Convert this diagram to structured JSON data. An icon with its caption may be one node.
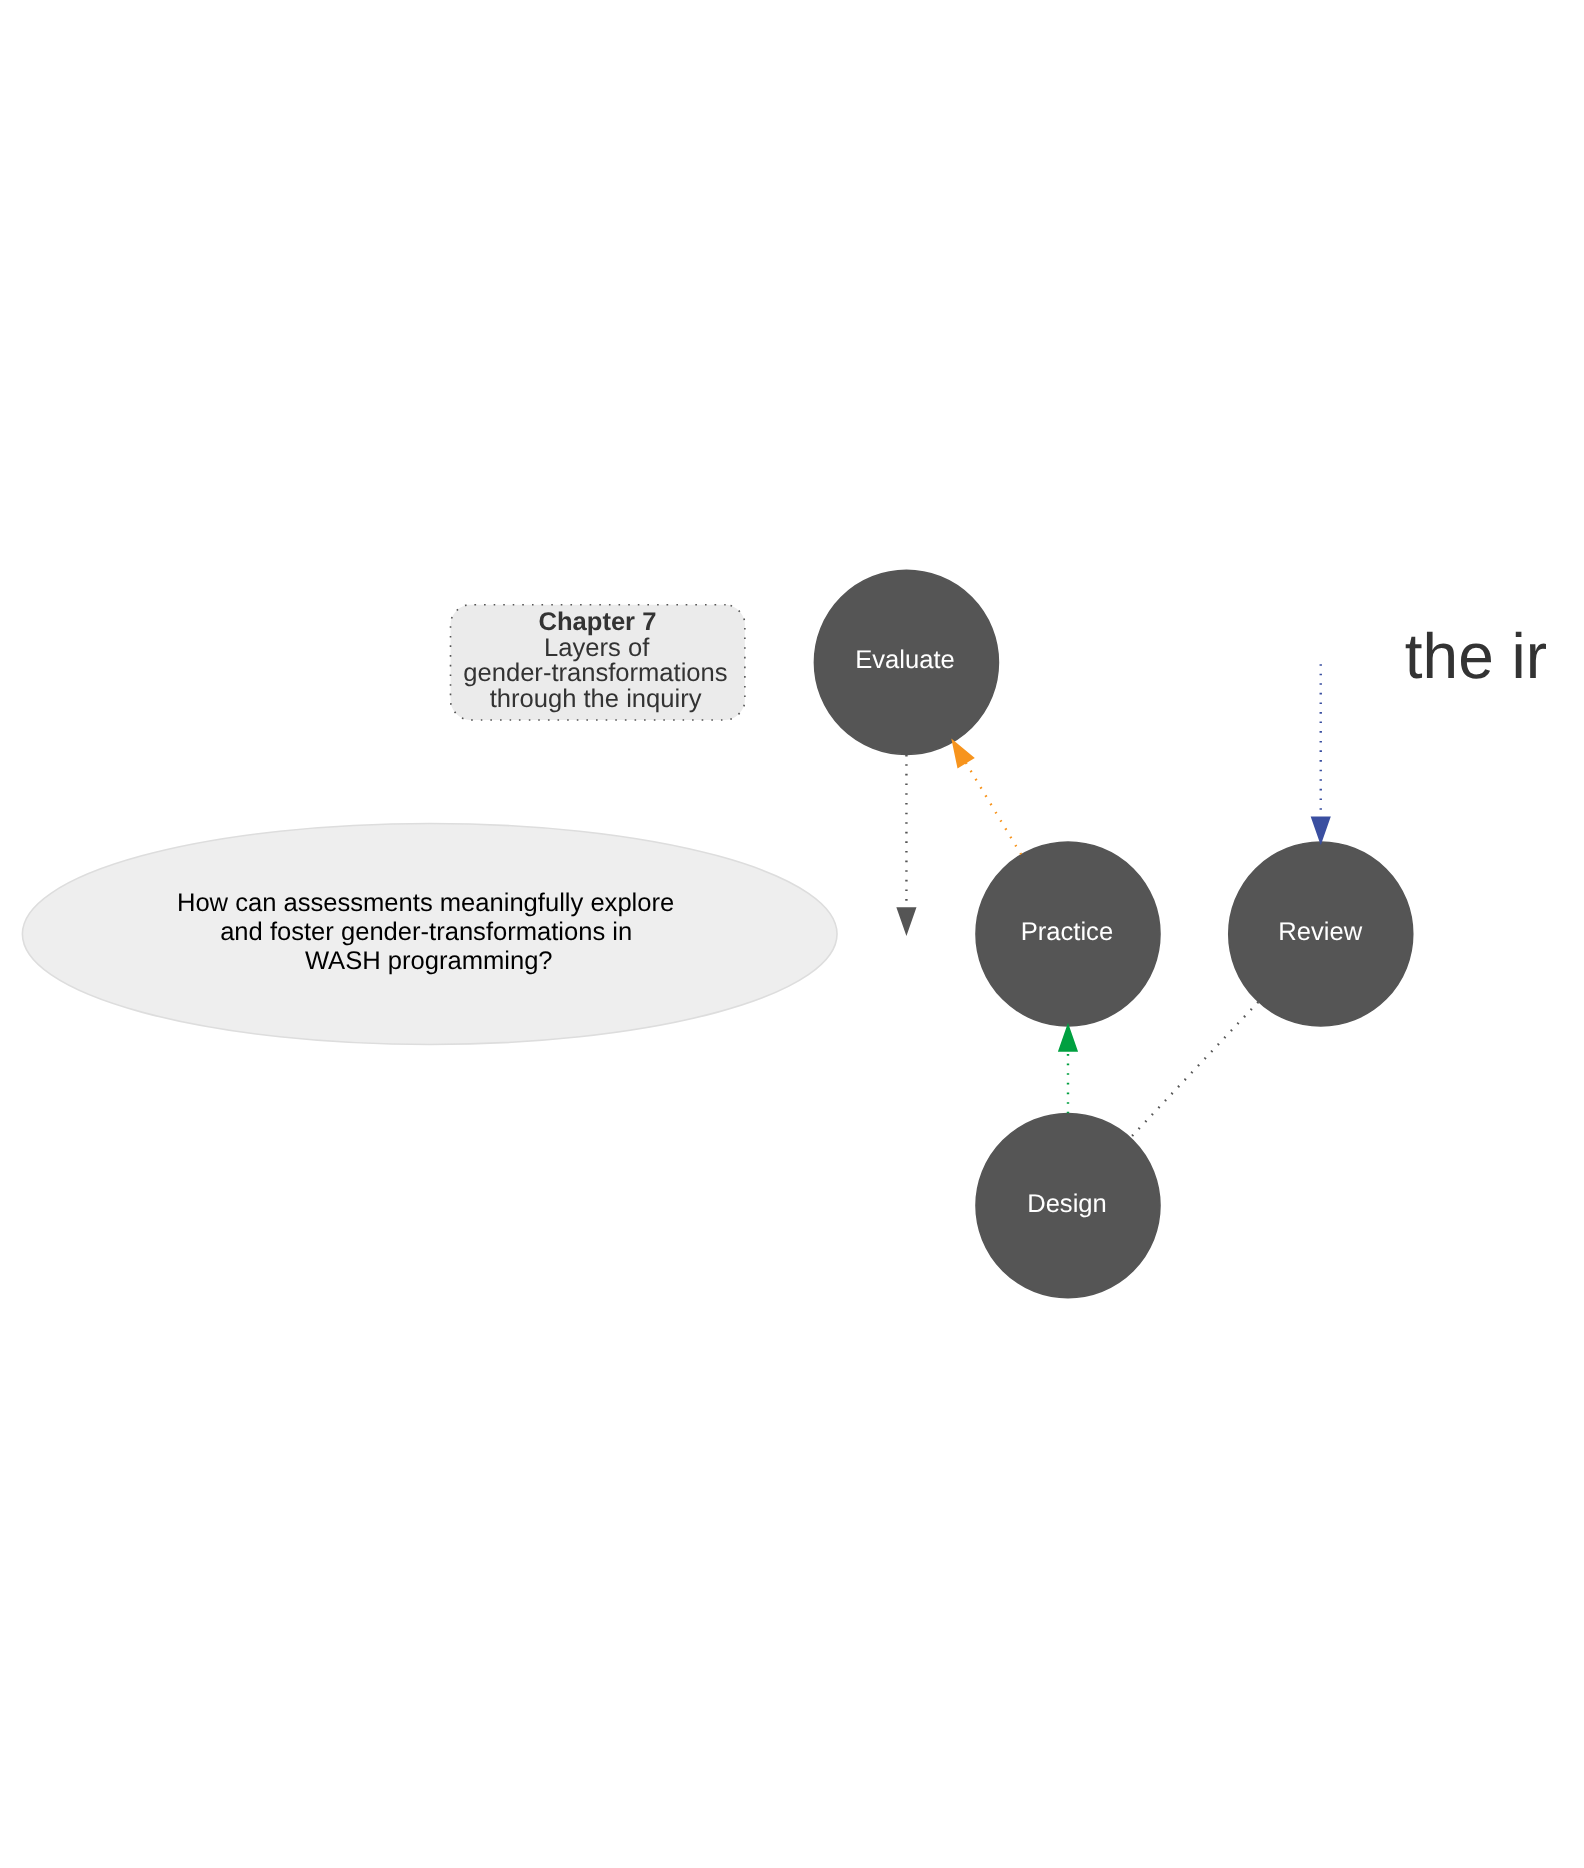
{
  "diagram": {
    "nodes": [
      {
        "text": [
          "Chapter 7",
          "Layers of gender-transformations through the inquiry"
        ]
      },
      {
        "text": [
          "Evaluate"
        ]
      },
      {
        "text": [
          "Practice"
        ]
      },
      {
        "text": [
          "How can assessments meaningfully explore and foster gender-transformations in WASH programming?"
        ]
      },
      {
        "text": [
          "Review"
        ]
      },
      {
        "text": [
          "Design"
        ]
      }
    ],
    "edges": [
      {
        "from": 5,
        "to": 2,
        "arrow": "to",
        "style": "dashed",
        "color": "#00a040"
      },
      {
        "from": 2,
        "to": 1,
        "arrow": "to",
        "style": "dashed",
        "color": "#f7941d"
      },
      {
        "from": 1,
        "to": null,
        "arrow": "to",
        "style": "dashed",
        "color": "#555555"
      },
      {
        "from": null,
        "to": 4,
        "arrow": "to",
        "style": "dashed",
        "color": "#3a4fa0"
      },
      {
        "from": 4,
        "to": 5,
        "arrow": "none",
        "style": "dashed"
      }
    ],
    "labels": [
      "the ir"
    ]
  }
}
